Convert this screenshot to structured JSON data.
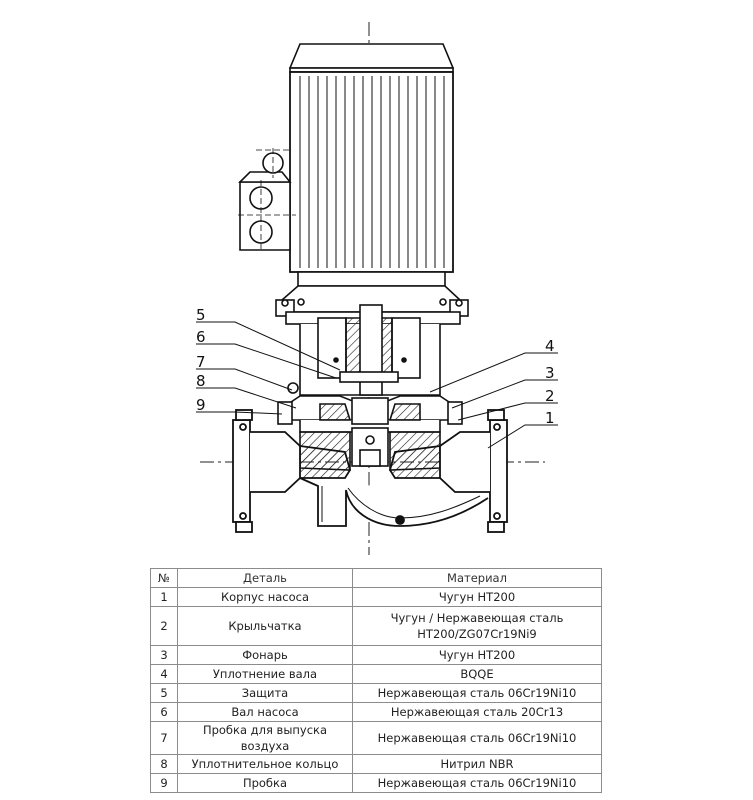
{
  "drawing": {
    "callouts": [
      "1",
      "2",
      "3",
      "4",
      "5",
      "6",
      "7",
      "8",
      "9"
    ]
  },
  "table": {
    "headers": [
      "№",
      "Деталь",
      "Материал"
    ],
    "rows": [
      {
        "no": "1",
        "part": "Корпус насоса",
        "material": "Чугун HT200"
      },
      {
        "no": "2",
        "part": "Крыльчатка",
        "material": "Чугун / Нержавеющая сталь HT200/ZG07Cr19Ni9"
      },
      {
        "no": "3",
        "part": "Фонарь",
        "material": "Чугун HT200"
      },
      {
        "no": "4",
        "part": "Уплотнение вала",
        "material": "BQQE"
      },
      {
        "no": "5",
        "part": "Защита",
        "material": "Нержавеющая сталь 06Cr19Ni10"
      },
      {
        "no": "6",
        "part": "Вал насоса",
        "material": "Нержавеющая сталь 20Cr13"
      },
      {
        "no": "7",
        "part": "Пробка для выпуска воздуха",
        "material": "Нержавеющая сталь 06Cr19Ni10"
      },
      {
        "no": "8",
        "part": "Уплотнительное кольцо",
        "material": "Нитрил NBR"
      },
      {
        "no": "9",
        "part": "Пробка",
        "material": "Нержавеющая сталь 06Cr19Ni10"
      }
    ]
  }
}
